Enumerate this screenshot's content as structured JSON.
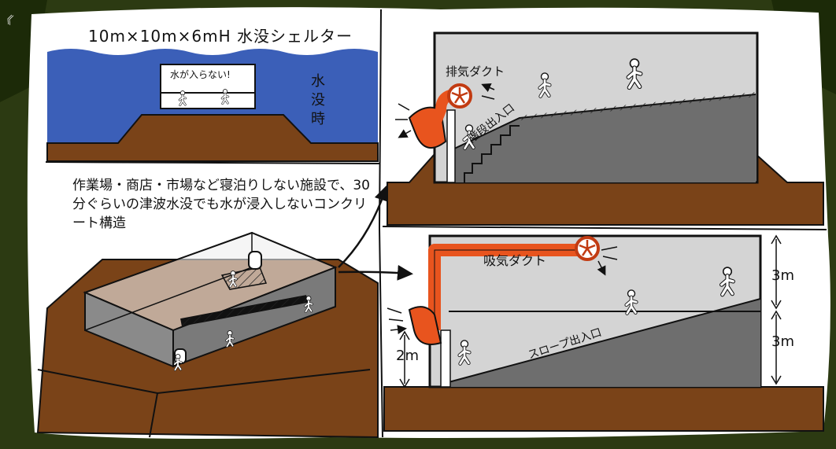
{
  "labels": {
    "corner_glyph": "《",
    "title": "10m×10m×6mH 水没シェルター",
    "sign": "水が入らない!",
    "flooded_vertical": "水没時",
    "description": "作業場・商店・市場など寝泊りしない施設で、30分ぐらいの津波水没でも水が浸入しないコンクリート構造",
    "exhaust_duct": "排気ダクト",
    "stair_entrance": "階段出入口",
    "intake_duct": "吸気ダクト",
    "slope_entrance": "スロープ出入口",
    "dim_upper": "3m",
    "dim_lower": "3m",
    "dim_ground": "2m"
  },
  "colors": {
    "background": "#2c3a12",
    "paper": "#ffffff",
    "water": "#3b5fb8",
    "earth": "#7a4318",
    "earth_dark": "#5a2f0e",
    "wall_light": "#d4d4d4",
    "floor_dark": "#6e6e6e",
    "duct": "#e8541e"
  },
  "icons": [
    "fan-icon",
    "person-icon",
    "arrow-icon"
  ]
}
